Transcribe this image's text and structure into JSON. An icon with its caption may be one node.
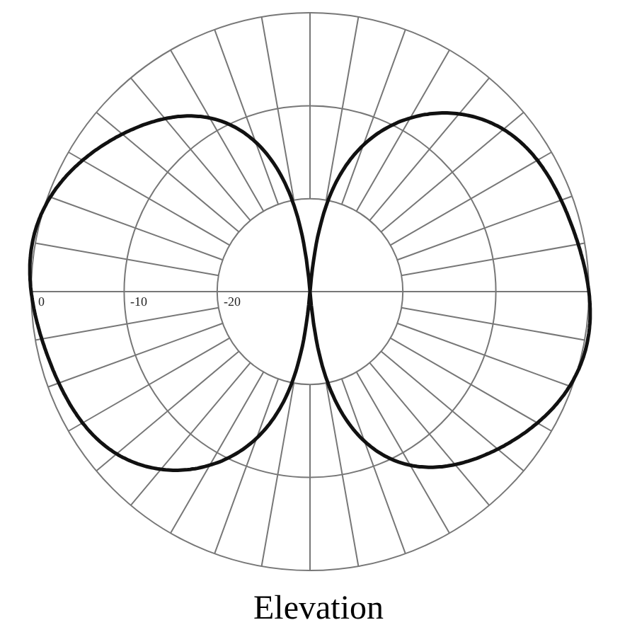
{
  "diagram": {
    "caption": "Elevation",
    "labels": [
      "0",
      "-10",
      "-20"
    ]
  }
}
